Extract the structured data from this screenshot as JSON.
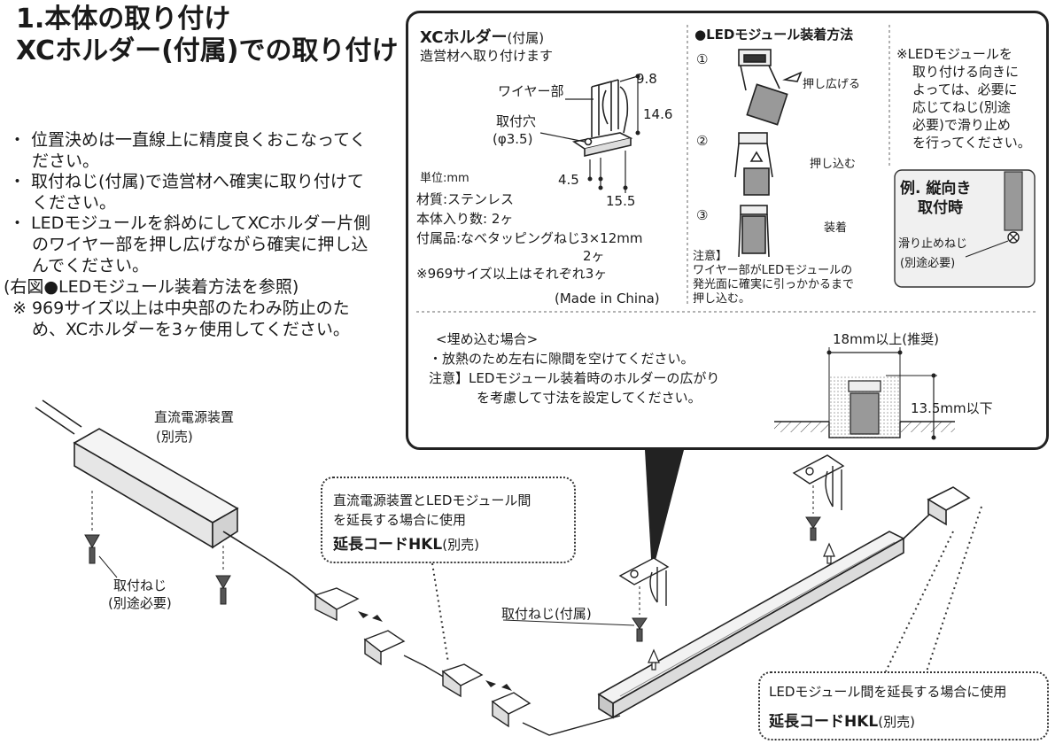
{
  "title": {
    "line1": "1.本体の取り付け",
    "line2": "XCホルダー(付属)での取り付け"
  },
  "instructions": {
    "bullets": [
      {
        "l1": "・ 位置決めは一直線上に精度良くおこなってく",
        "l2": "ださい。"
      },
      {
        "l1": "・ 取付ねじ(付属)で造営材へ確実に取り付けて",
        "l2": "ください。"
      },
      {
        "l1": "・ LEDモジュールを斜めにしてXCホルダー片側",
        "l2": "のワイヤー部を押し広げながら確実に押し込",
        "l3": "んでください。"
      }
    ],
    "ref_note": "(右図●LEDモジュール装着方法を参照)",
    "note_l1": "※ 969サイズ以上は中央部のたわみ防止のた",
    "note_l2": "め、XCホルダーを3ヶ使用してください。"
  },
  "holder": {
    "heading": "XCホルダー",
    "heading_suffix": "(付属)",
    "subheading": "造営材へ取り付けます",
    "wire_label": "ワイヤー部",
    "hole_label": "取付穴",
    "hole_size": "(φ3.5)",
    "dim_width": "9.8",
    "dim_height": "14.6",
    "dim_offset": "4.5",
    "dim_length": "15.5",
    "unit": "単位:mm",
    "material": "材質:ステンレス",
    "quantity": "本体入り数: 2ヶ",
    "accessory_l1": "付属品:なべタッピングねじ3×12mm",
    "accessory_l2": "2ヶ",
    "size_note": "※969サイズ以上はそれぞれ3ヶ",
    "origin": "(Made in China)"
  },
  "mounting": {
    "heading": "●LEDモジュール装着方法",
    "steps": [
      {
        "num": "①",
        "label": "押し広げる"
      },
      {
        "num": "②",
        "label": "押し込む"
      },
      {
        "num": "③",
        "label": "装着"
      }
    ],
    "caution_head": "注意】",
    "caution_l1": "ワイヤー部がLEDモジュールの",
    "caution_l2": "発光面に確実に引っかかるまで",
    "caution_l3": "押し込む。"
  },
  "side_note": {
    "lines": [
      "※LEDモジュールを",
      "取り付ける向きに",
      "よっては、必要に",
      "応じてねじ(別途",
      "必要)で滑り止め",
      "を行ってください。"
    ],
    "example_l1": "例. 縦向き",
    "example_l2": "取付時",
    "screw_l1": "滑り止めねじ",
    "screw_l2": "(別途必要)"
  },
  "recessed": {
    "heading": "<埋め込む場合>",
    "line1": "・放熱のため左右に隙間を空けてください。",
    "line2": "注意】LEDモジュール装着時のホルダーの広がり",
    "line3": "を考慮して寸法を設定してください。",
    "dim_width": "18mm以上(推奨)",
    "dim_depth": "13.5mm以下"
  },
  "assembly": {
    "power_l1": "直流電源装置",
    "power_l2": "(別売)",
    "screw_l1": "取付ねじ",
    "screw_l2": "(別途必要)",
    "ext_cord_l1": "直流電源装置とLEDモジュール間",
    "ext_cord_l2": "を延長する場合に使用",
    "ext_cord_name": "延長コードHKL",
    "ext_cord_suffix": "(別売)",
    "holder_screw": "取付ねじ(付属)",
    "module_ext_l1": "LEDモジュール間を延長する場合に使用",
    "module_ext_name": "延長コードHKL",
    "module_ext_suffix": "(別売)"
  },
  "colors": {
    "ink": "#1a1a1a",
    "module_fill": "#9a9a9a",
    "box_fill": "#f2f2f2"
  }
}
